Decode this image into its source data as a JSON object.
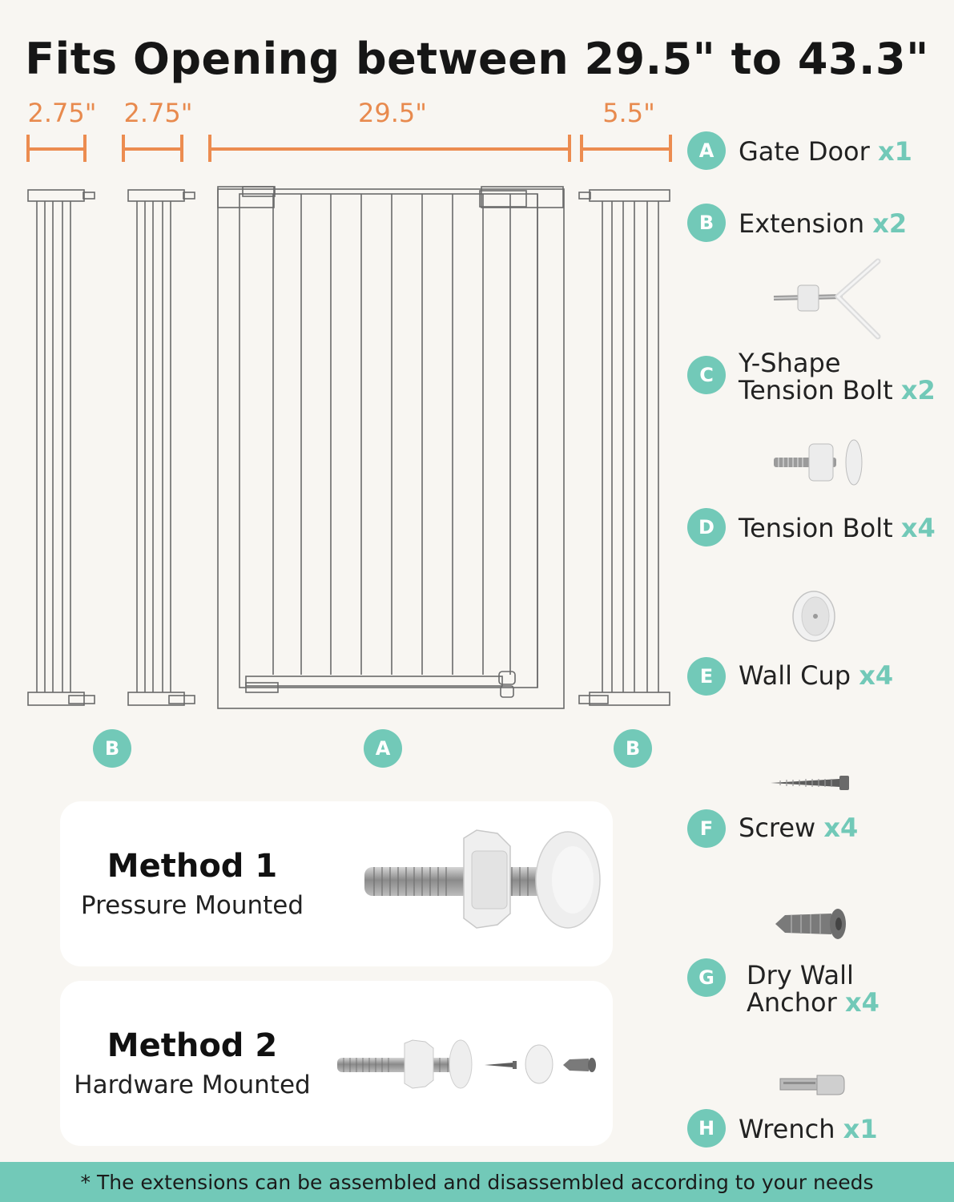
{
  "title": "Fits Opening between 29.5\" to 43.3\"",
  "dimensions": [
    "2.75\"",
    "2.75\"",
    "29.5\"",
    "5.5\""
  ],
  "diagram_badges": [
    "B",
    "A",
    "B"
  ],
  "parts": [
    {
      "letter": "A",
      "name": "Gate Door",
      "qty": "x1"
    },
    {
      "letter": "B",
      "name": "Extension",
      "qty": "x2"
    },
    {
      "letter": "C",
      "name_line1": "Y-Shape",
      "name_line2": "Tension Bolt",
      "qty": "x2"
    },
    {
      "letter": "D",
      "name": "Tension Bolt",
      "qty": "x4"
    },
    {
      "letter": "E",
      "name": "Wall Cup",
      "qty": "x4"
    },
    {
      "letter": "F",
      "name": "Screw",
      "qty": "x4"
    },
    {
      "letter": "G",
      "name_line1": "Dry Wall",
      "name_line2": "Anchor",
      "qty": "x4"
    },
    {
      "letter": "H",
      "name": "Wrench",
      "qty": "x1"
    }
  ],
  "methods": [
    {
      "title": "Method 1",
      "subtitle": "Pressure Mounted"
    },
    {
      "title": "Method 2",
      "subtitle": "Hardware Mounted"
    }
  ],
  "footer": "* The extensions can be assembled and disassembled according to your needs",
  "colors": {
    "accent": "#72c9b8",
    "dimension": "#ec8c50",
    "background": "#f8f6f2"
  }
}
